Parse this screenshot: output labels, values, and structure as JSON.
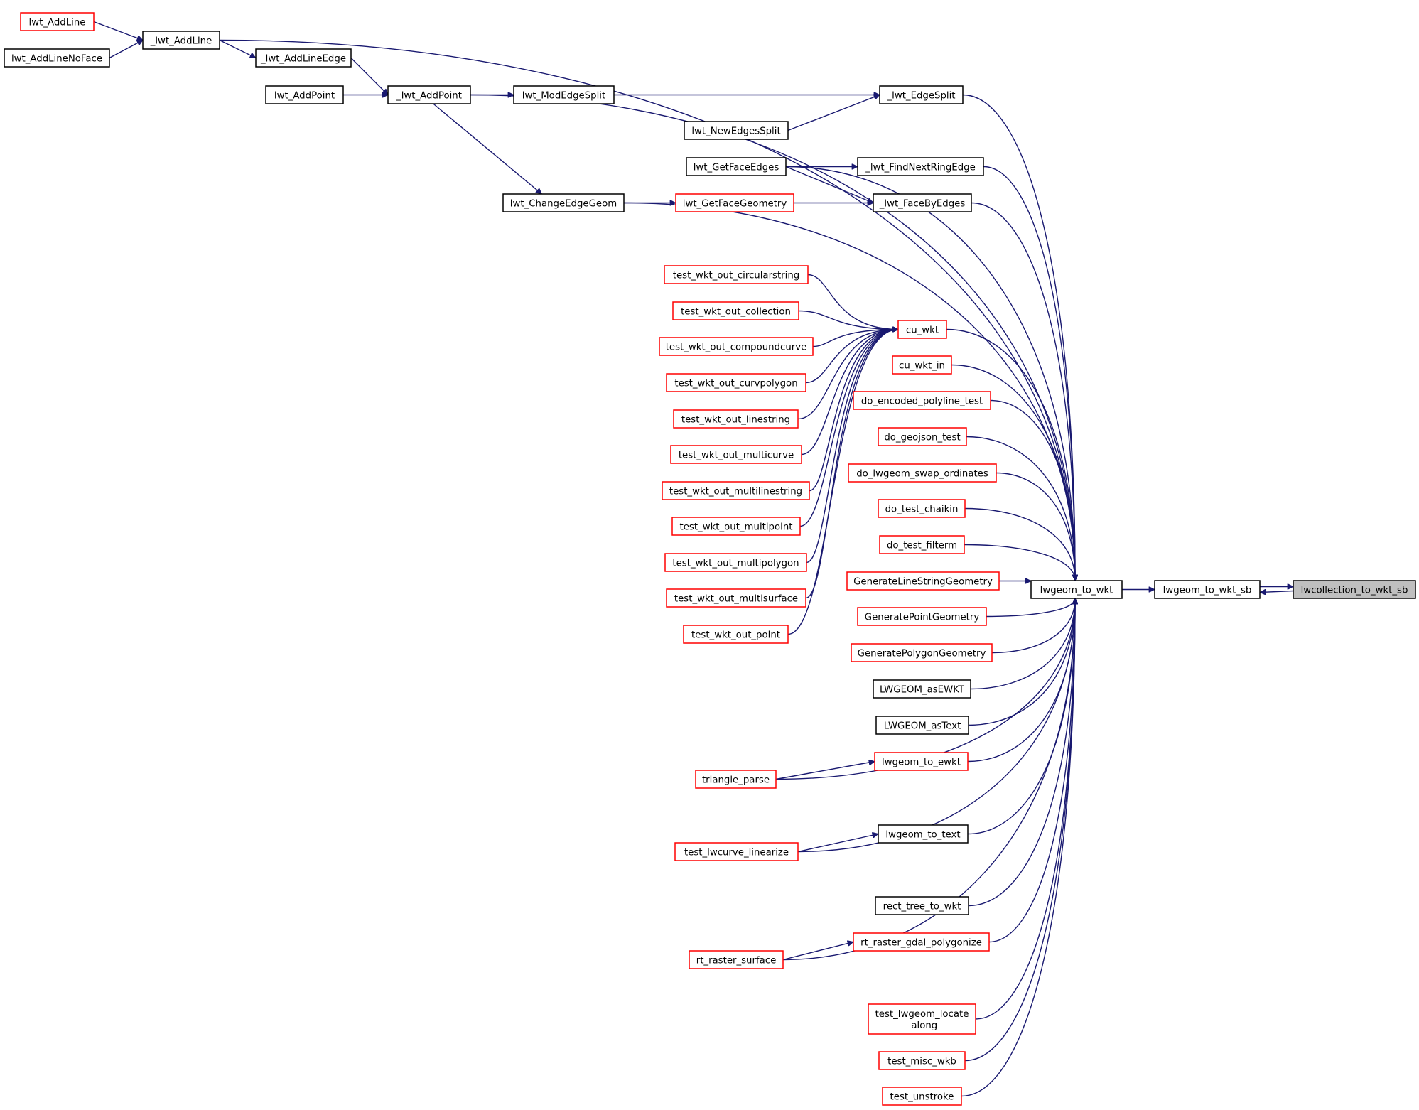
{
  "graph": {
    "colors": {
      "edge": "#191970",
      "black_border": "#000000",
      "red_border": "#ff0000",
      "focus_fill": "#bfbfbf"
    },
    "nodes": [
      {
        "id": "lwcollection_to_wkt_sb",
        "label": "lwcollection_to_wkt_sb",
        "border": "focus"
      },
      {
        "id": "lwgeom_to_wkt_sb",
        "label": "lwgeom_to_wkt_sb",
        "border": "black"
      },
      {
        "id": "lwgeom_to_wkt",
        "label": "lwgeom_to_wkt",
        "border": "black"
      },
      {
        "id": "lwt_AddLine",
        "label": "lwt_AddLine",
        "border": "red"
      },
      {
        "id": "lwt_AddLineNoFace",
        "label": "lwt_AddLineNoFace",
        "border": "black"
      },
      {
        "id": "_lwt_AddLine",
        "label": "_lwt_AddLine",
        "border": "black"
      },
      {
        "id": "_lwt_AddLineEdge",
        "label": "_lwt_AddLineEdge",
        "border": "black"
      },
      {
        "id": "lwt_AddPoint",
        "label": "lwt_AddPoint",
        "border": "black"
      },
      {
        "id": "_lwt_AddPoint",
        "label": "_lwt_AddPoint",
        "border": "black"
      },
      {
        "id": "lwt_ModEdgeSplit",
        "label": "lwt_ModEdgeSplit",
        "border": "black"
      },
      {
        "id": "_lwt_EdgeSplit",
        "label": "_lwt_EdgeSplit",
        "border": "black"
      },
      {
        "id": "lwt_NewEdgesSplit",
        "label": "lwt_NewEdgesSplit",
        "border": "black"
      },
      {
        "id": "lwt_GetFaceEdges",
        "label": "lwt_GetFaceEdges",
        "border": "black"
      },
      {
        "id": "_lwt_FindNextRingEdge",
        "label": "_lwt_FindNextRingEdge",
        "border": "black"
      },
      {
        "id": "lwt_ChangeEdgeGeom",
        "label": "lwt_ChangeEdgeGeom",
        "border": "black"
      },
      {
        "id": "lwt_GetFaceGeometry",
        "label": "lwt_GetFaceGeometry",
        "border": "red"
      },
      {
        "id": "_lwt_FaceByEdges",
        "label": "_lwt_FaceByEdges",
        "border": "black"
      },
      {
        "id": "test_wkt_out_circularstring",
        "label": "test_wkt_out_circularstring",
        "border": "red"
      },
      {
        "id": "test_wkt_out_collection",
        "label": "test_wkt_out_collection",
        "border": "red"
      },
      {
        "id": "test_wkt_out_compoundcurve",
        "label": "test_wkt_out_compoundcurve",
        "border": "red"
      },
      {
        "id": "test_wkt_out_curvpolygon",
        "label": "test_wkt_out_curvpolygon",
        "border": "red"
      },
      {
        "id": "test_wkt_out_linestring",
        "label": "test_wkt_out_linestring",
        "border": "red"
      },
      {
        "id": "test_wkt_out_multicurve",
        "label": "test_wkt_out_multicurve",
        "border": "red"
      },
      {
        "id": "test_wkt_out_multilinestring",
        "label": "test_wkt_out_multilinestring",
        "border": "red"
      },
      {
        "id": "test_wkt_out_multipoint",
        "label": "test_wkt_out_multipoint",
        "border": "red"
      },
      {
        "id": "test_wkt_out_multipolygon",
        "label": "test_wkt_out_multipolygon",
        "border": "red"
      },
      {
        "id": "test_wkt_out_multisurface",
        "label": "test_wkt_out_multisurface",
        "border": "red"
      },
      {
        "id": "test_wkt_out_point",
        "label": "test_wkt_out_point",
        "border": "red"
      },
      {
        "id": "cu_wkt",
        "label": "cu_wkt",
        "border": "red"
      },
      {
        "id": "cu_wkt_in",
        "label": "cu_wkt_in",
        "border": "red"
      },
      {
        "id": "do_encoded_polyline_test",
        "label": "do_encoded_polyline_test",
        "border": "red"
      },
      {
        "id": "do_geojson_test",
        "label": "do_geojson_test",
        "border": "red"
      },
      {
        "id": "do_lwgeom_swap_ordinates",
        "label": "do_lwgeom_swap_ordinates",
        "border": "red"
      },
      {
        "id": "do_test_chaikin",
        "label": "do_test_chaikin",
        "border": "red"
      },
      {
        "id": "do_test_filterm",
        "label": "do_test_filterm",
        "border": "red"
      },
      {
        "id": "GenerateLineStringGeometry",
        "label": "GenerateLineStringGeometry",
        "border": "red"
      },
      {
        "id": "GeneratePointGeometry",
        "label": "GeneratePointGeometry",
        "border": "red"
      },
      {
        "id": "GeneratePolygonGeometry",
        "label": "GeneratePolygonGeometry",
        "border": "red"
      },
      {
        "id": "LWGEOM_asEWKT",
        "label": "LWGEOM_asEWKT",
        "border": "black"
      },
      {
        "id": "LWGEOM_asText",
        "label": "LWGEOM_asText",
        "border": "black"
      },
      {
        "id": "lwgeom_to_ewkt",
        "label": "lwgeom_to_ewkt",
        "border": "red"
      },
      {
        "id": "triangle_parse",
        "label": "triangle_parse",
        "border": "red"
      },
      {
        "id": "lwgeom_to_text",
        "label": "lwgeom_to_text",
        "border": "black"
      },
      {
        "id": "test_lwcurve_linearize",
        "label": "test_lwcurve_linearize",
        "border": "red"
      },
      {
        "id": "rect_tree_to_wkt",
        "label": "rect_tree_to_wkt",
        "border": "black"
      },
      {
        "id": "rt_raster_gdal_polygonize",
        "label": "rt_raster_gdal_polygonize",
        "border": "red"
      },
      {
        "id": "rt_raster_surface",
        "label": "rt_raster_surface",
        "border": "red"
      },
      {
        "id": "test_lwgeom_locate_along",
        "label": "test_lwgeom_locate\n_along",
        "border": "red"
      },
      {
        "id": "test_misc_wkb",
        "label": "test_misc_wkb",
        "border": "red"
      },
      {
        "id": "test_unstroke",
        "label": "test_unstroke",
        "border": "red"
      }
    ],
    "edges": [
      [
        "lwgeom_to_wkt_sb",
        "lwcollection_to_wkt_sb"
      ],
      [
        "lwcollection_to_wkt_sb",
        "lwgeom_to_wkt_sb"
      ],
      [
        "lwgeom_to_wkt",
        "lwgeom_to_wkt_sb"
      ],
      [
        "lwt_AddLine",
        "_lwt_AddLine"
      ],
      [
        "lwt_AddLineNoFace",
        "_lwt_AddLine"
      ],
      [
        "_lwt_AddLine",
        "_lwt_AddLineEdge"
      ],
      [
        "_lwt_AddLine",
        "lwgeom_to_wkt"
      ],
      [
        "_lwt_AddLineEdge",
        "_lwt_AddPoint"
      ],
      [
        "lwt_AddPoint",
        "_lwt_AddPoint"
      ],
      [
        "_lwt_AddPoint",
        "lwt_ModEdgeSplit"
      ],
      [
        "_lwt_AddPoint",
        "lwt_ChangeEdgeGeom"
      ],
      [
        "_lwt_AddPoint",
        "lwgeom_to_wkt"
      ],
      [
        "lwt_ModEdgeSplit",
        "_lwt_EdgeSplit"
      ],
      [
        "lwt_NewEdgesSplit",
        "_lwt_EdgeSplit"
      ],
      [
        "_lwt_EdgeSplit",
        "lwgeom_to_wkt"
      ],
      [
        "lwt_GetFaceEdges",
        "_lwt_FindNextRingEdge"
      ],
      [
        "lwt_GetFaceEdges",
        "_lwt_FaceByEdges"
      ],
      [
        "lwt_GetFaceEdges",
        "lwgeom_to_wkt"
      ],
      [
        "_lwt_FindNextRingEdge",
        "lwgeom_to_wkt"
      ],
      [
        "lwt_ChangeEdgeGeom",
        "lwt_GetFaceGeometry"
      ],
      [
        "lwt_ChangeEdgeGeom",
        "lwgeom_to_wkt"
      ],
      [
        "lwt_GetFaceGeometry",
        "_lwt_FaceByEdges"
      ],
      [
        "_lwt_FaceByEdges",
        "lwgeom_to_wkt"
      ],
      [
        "test_wkt_out_circularstring",
        "cu_wkt"
      ],
      [
        "test_wkt_out_collection",
        "cu_wkt"
      ],
      [
        "test_wkt_out_compoundcurve",
        "cu_wkt"
      ],
      [
        "test_wkt_out_curvpolygon",
        "cu_wkt"
      ],
      [
        "test_wkt_out_linestring",
        "cu_wkt"
      ],
      [
        "test_wkt_out_multicurve",
        "cu_wkt"
      ],
      [
        "test_wkt_out_multilinestring",
        "cu_wkt"
      ],
      [
        "test_wkt_out_multipoint",
        "cu_wkt"
      ],
      [
        "test_wkt_out_multipolygon",
        "cu_wkt"
      ],
      [
        "test_wkt_out_multisurface",
        "cu_wkt"
      ],
      [
        "test_wkt_out_point",
        "cu_wkt"
      ],
      [
        "cu_wkt",
        "lwgeom_to_wkt"
      ],
      [
        "cu_wkt_in",
        "lwgeom_to_wkt"
      ],
      [
        "do_encoded_polyline_test",
        "lwgeom_to_wkt"
      ],
      [
        "do_geojson_test",
        "lwgeom_to_wkt"
      ],
      [
        "do_lwgeom_swap_ordinates",
        "lwgeom_to_wkt"
      ],
      [
        "do_test_chaikin",
        "lwgeom_to_wkt"
      ],
      [
        "do_test_filterm",
        "lwgeom_to_wkt"
      ],
      [
        "GenerateLineStringGeometry",
        "lwgeom_to_wkt"
      ],
      [
        "GeneratePointGeometry",
        "lwgeom_to_wkt"
      ],
      [
        "GeneratePolygonGeometry",
        "lwgeom_to_wkt"
      ],
      [
        "LWGEOM_asEWKT",
        "lwgeom_to_wkt"
      ],
      [
        "LWGEOM_asText",
        "lwgeom_to_wkt"
      ],
      [
        "triangle_parse",
        "lwgeom_to_ewkt"
      ],
      [
        "lwgeom_to_ewkt",
        "lwgeom_to_wkt"
      ],
      [
        "triangle_parse",
        "lwgeom_to_wkt"
      ],
      [
        "test_lwcurve_linearize",
        "lwgeom_to_text"
      ],
      [
        "lwgeom_to_text",
        "lwgeom_to_wkt"
      ],
      [
        "test_lwcurve_linearize",
        "lwgeom_to_wkt"
      ],
      [
        "rect_tree_to_wkt",
        "lwgeom_to_wkt"
      ],
      [
        "rt_raster_surface",
        "rt_raster_gdal_polygonize"
      ],
      [
        "rt_raster_gdal_polygonize",
        "lwgeom_to_wkt"
      ],
      [
        "rt_raster_surface",
        "lwgeom_to_wkt"
      ],
      [
        "test_lwgeom_locate_along",
        "lwgeom_to_wkt"
      ],
      [
        "test_misc_wkb",
        "lwgeom_to_wkt"
      ],
      [
        "test_unstroke",
        "lwgeom_to_wkt"
      ]
    ]
  }
}
